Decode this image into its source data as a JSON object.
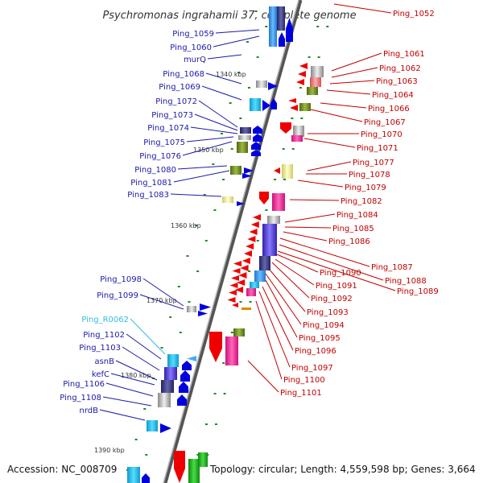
{
  "title": "Psychromonas ingrahamii 37, complete genome",
  "footer": {
    "accession": "Accession: NC_008709",
    "topology": "Topology: circular; Length: 4,559,598 bp; Genes: 3,664"
  },
  "scale_labels": [
    "1340 kbp",
    "1350 kbp",
    "1360 kbp",
    "1370 kbp",
    "1380 kbp",
    "1390 kbp"
  ],
  "left_labels": [
    "Ping_1059",
    "Ping_1060",
    "murQ",
    "Ping_1068",
    "Ping_1069",
    "Ping_1072",
    "Ping_1073",
    "Ping_1074",
    "Ping_1075",
    "Ping_1076",
    "Ping_1080",
    "Ping_1081",
    "Ping_1083",
    "Ping_1098",
    "Ping_1099",
    "Ping_R0062",
    "Ping_1102",
    "Ping_1103",
    "asnB",
    "kefC",
    "Ping_1106",
    "Ping_1108",
    "nrdB"
  ],
  "right_labels": [
    "Ping_1052",
    "Ping_1061",
    "Ping_1062",
    "Ping_1063",
    "Ping_1064",
    "Ping_1066",
    "Ping_1067",
    "Ping_1070",
    "Ping_1071",
    "Ping_1077",
    "Ping_1078",
    "Ping_1079",
    "Ping_1082",
    "Ping_1084",
    "Ping_1085",
    "Ping_1086",
    "Ping_1087",
    "Ping_1088",
    "Ping_1089",
    "Ping_1090",
    "Ping_1091",
    "Ping_1092",
    "Ping_1093",
    "Ping_1094",
    "Ping_1095",
    "Ping_1096",
    "Ping_1097",
    "Ping_1100",
    "Ping_1101"
  ],
  "colors": {
    "forward_gene": "#1a1aa8",
    "reverse_gene": "#c00000",
    "rna_gene": "#33bbdd",
    "backbone": "#777777"
  }
}
